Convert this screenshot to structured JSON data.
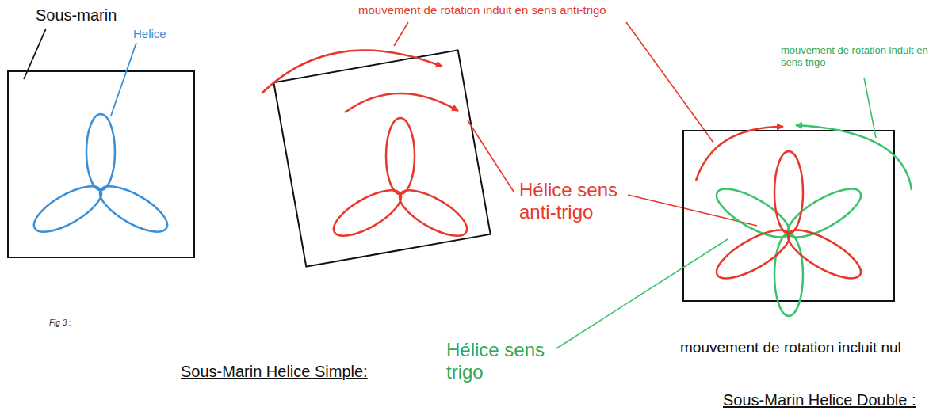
{
  "diagram": {
    "labels": [
      "Sous-marin",
      "Helice",
      "mouvement de rotation induit en sens anti-trigo",
      "mouvement de rotation induit en sens trigo",
      "Hélice sens anti-trigo",
      "Hélice sens trigo",
      "Fig 3 :",
      "mouvement de rotation incluit nul",
      "Sous-Marin Helice Simple:",
      "Sous-Marin Helice Double :"
    ]
  }
}
